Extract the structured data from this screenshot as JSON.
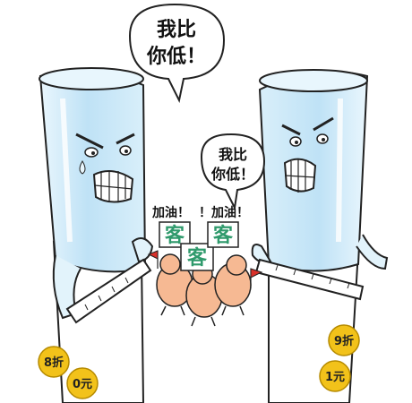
{
  "speech_left_big": {
    "line1": "我比",
    "line2": "你低！"
  },
  "speech_right_small": {
    "line1": "我比",
    "line2": "你低！"
  },
  "cheers": {
    "left": "加油！",
    "right": "！加油！"
  },
  "signs": [
    "客",
    "客",
    "客"
  ],
  "coins_left": [
    "8折",
    "0元"
  ],
  "coins_right": [
    "9折",
    "1元"
  ],
  "colors": {
    "tube_fill": "#c9e6f7",
    "tube_highlight": "#eef8fd",
    "outline": "#222222",
    "coin": "#f2c21a",
    "sign_text": "#2f9a6c",
    "chick": "#f6b993",
    "flag": "#d9302a"
  }
}
